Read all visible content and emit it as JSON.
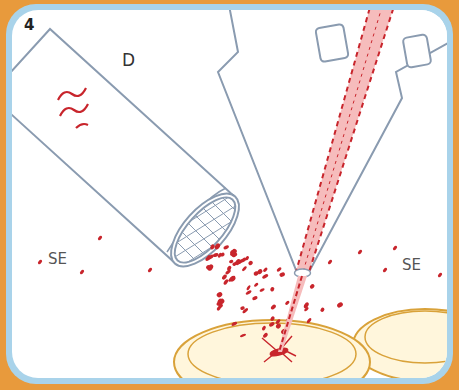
{
  "diagram": {
    "labels": [
      "4",
      "D",
      "SE",
      "SE"
    ]
  }
}
